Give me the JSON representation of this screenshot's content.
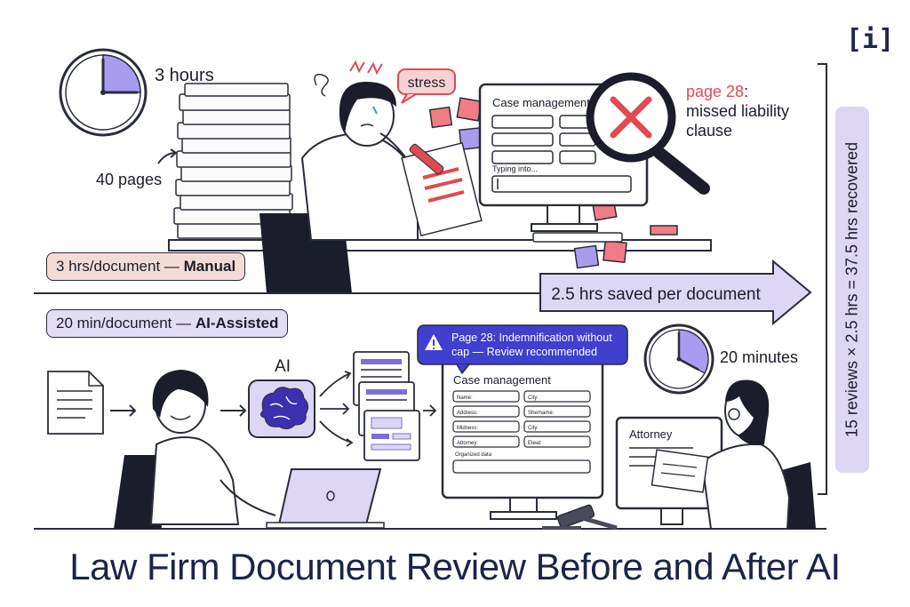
{
  "logo": "[i]",
  "manual": {
    "time_label": "3 hours",
    "pages_label": "40 pages",
    "stress_label": "stress",
    "screen_title": "Case management",
    "screen_typing": "Typing into...",
    "missed_page": "page 28",
    "missed_rest": ": missed liability clause",
    "missed_line1": "missed liability",
    "missed_line2": "clause",
    "rate_prefix": "3 hrs/document — ",
    "rate_bold": "Manual",
    "clock_fraction": 0.25
  },
  "saved_banner": "2.5 hrs saved per document",
  "ai": {
    "rate_prefix": "20 min/document — ",
    "rate_bold": "AI-Assisted",
    "ai_label": "AI",
    "alert_line1": "Page 28: Indemnification without",
    "alert_line2": "cap — Review recommended",
    "screen_title": "Case management",
    "fields": [
      "Name:",
      "City:",
      "Address:",
      "Shername:",
      "Midness:",
      "City:",
      "Attorney:",
      "Eteat:"
    ],
    "organized_label": "Organized data",
    "time_label": "20 minutes",
    "attorney_label": "Attorney",
    "clock_fraction": 0.33
  },
  "summary": "15 reviews × 2.5 hrs = 37.5 hrs recovered",
  "title": "Law Firm Document Review Before and After AI",
  "colors": {
    "accent_purple": "#7b6fd8",
    "pill_pink": "#f4dcd6",
    "pill_lavender": "#e2dcf6",
    "alert_blue": "#3f3fd0",
    "red_mark": "#e04a52"
  }
}
